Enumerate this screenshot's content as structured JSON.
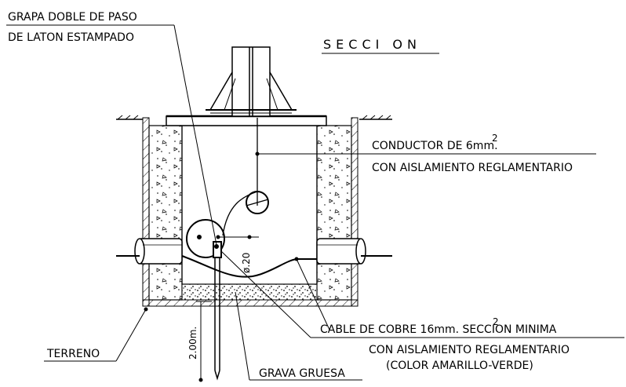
{
  "title": "SECCI ON",
  "labels": {
    "grapa_line1": "GRAPA DOBLE DE PASO",
    "grapa_line2": "DE LATON ESTAMPADO",
    "conductor_line1": "CONDUCTOR DE 6mm.",
    "conductor_sup": "2",
    "conductor_line2": "CON AISLAMIENTO REGLAMENTARIO",
    "cable_line1": "CABLE DE COBRE 16mm.  SECCION MINIMA",
    "cable_sup": "2",
    "cable_line2": "CON AISLAMIENTO REGLAMENTARIO",
    "cable_line3": "(COLOR AMARILLO-VERDE)",
    "terreno": "TERRENO",
    "grava": "GRAVA GRUESA",
    "dim_diameter": "ø.20",
    "dim_length": "2.00m."
  }
}
